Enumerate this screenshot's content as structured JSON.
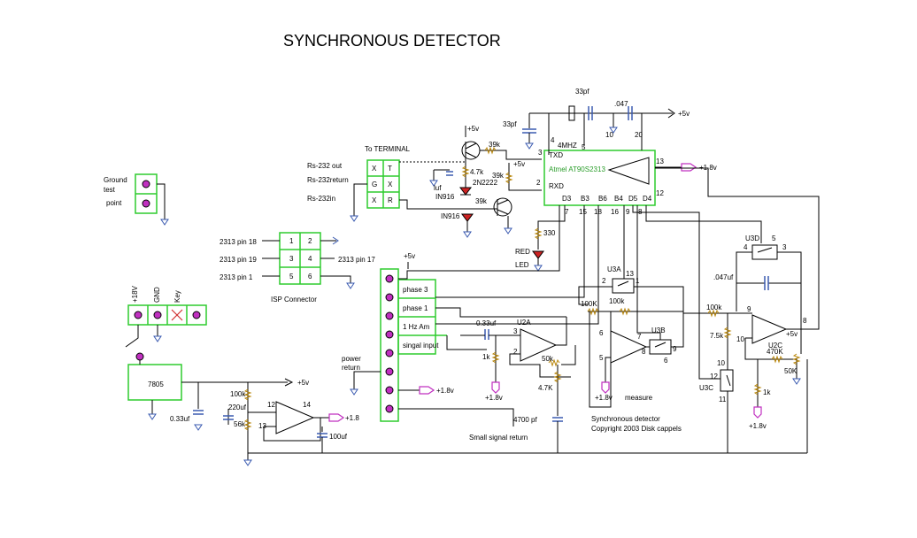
{
  "diagram": {
    "title": "SYNCHRONOUS DETECTOR",
    "copyright": {
      "line1": "Synchronous detector",
      "line2": "Copyright 2003 Disk cappels"
    },
    "terminal": {
      "label": "To TERMINAL",
      "rs232_out": "Rs-232 out",
      "rs232_return": "Rs-232return",
      "rs232_in": "Rs-232in",
      "cells": [
        "X",
        "T",
        "G",
        "X",
        "X",
        "R"
      ]
    },
    "ground_test": {
      "l1": "Ground",
      "l2": "test",
      "l3": "point"
    },
    "isp": {
      "label": "ISP Connector",
      "pin18": "2313 pin 18",
      "pin19": "2313 pin 19",
      "pin1": "2313 pin 1",
      "pin17": "2313 pin 17",
      "nums": [
        "1",
        "2",
        "3",
        "4",
        "5",
        "6"
      ]
    },
    "power_conn": {
      "p18v": "+18V",
      "gnd": "GND",
      "key": "Key"
    },
    "regulator": {
      "name": "7805",
      "out": "+5v"
    },
    "mcu": {
      "name": "Atmel AT90S2313",
      "txd": "TXD",
      "rxd": "RXD",
      "pins": [
        "D3",
        "B3",
        "B6",
        "B4",
        "D5",
        "D4"
      ],
      "nums": [
        "7",
        "15",
        "18",
        "16",
        "9",
        "8"
      ],
      "p3": "3",
      "p2": "2",
      "p4": "4",
      "p5": "5",
      "p10": "10",
      "p20": "20",
      "p13": "13",
      "p12": "12",
      "xtal": "4MHZ"
    },
    "labels": {
      "c33pf_top": "33pf",
      "c33pf_left": "33pf",
      "c047_top": ".047",
      "p5v_top": "+5v",
      "p5v_q": "+5v",
      "p5v_rxd": "+5v",
      "r39k_a": "39k",
      "r39k_b": "39k",
      "r39k_c": "39k",
      "r47k": "4.7k",
      "q2n2222": "2N2222",
      "cuf": "luf",
      "d916a": "IN916",
      "d916b": "IN916",
      "r330": "330",
      "red": "RED",
      "led": "LED",
      "p18v_mcu": "+1.8v"
    },
    "connector": {
      "p5v": "+5v",
      "phase3": "phase 3",
      "phase1": "phase 1",
      "hz1": "1 Hz Am",
      "sig": "singal input",
      "power_return": "power",
      "power_return2": "return",
      "p18v": "+1.8v",
      "small_return": "Small signal return"
    },
    "analog": {
      "u2a": "U2A",
      "c033": "0.33uf",
      "r1k_a": "1k",
      "p18v_a": "+1.8v",
      "r50k_a": "50k",
      "r47k_b": "4.7K",
      "c4700": "4700 pf",
      "u3a": "U3A",
      "u3a_13": "13",
      "u3a_2": "2",
      "u3a_1": "1",
      "r100k_a": "100K",
      "r100k_b": "100k",
      "u3b": "U3B",
      "u3b_6a": "6",
      "u3b_7": "7",
      "u3b_5": "5",
      "u3b_8": "8",
      "u3b_9": "9",
      "u3b_6b": "6",
      "p18v_b": "+1.8v",
      "measure": "measure",
      "u3d": "U3D",
      "u3d_5": "5",
      "u3d_4": "4",
      "u3d_3": "3",
      "c047uf": ".047uf",
      "r100k_c": "100k",
      "r75k": "7.5k",
      "u2c_9": "9",
      "u2c_10": "10",
      "u2c_8": "8",
      "u2c": "U2C",
      "p5v_u2c": "+5v",
      "r470k": "470K",
      "r50k_b": "50K",
      "u3c": "U3C",
      "u3c_10": "10",
      "u3c_12": "12",
      "u3c_11": "11",
      "r1k_b": "1k",
      "p18v_c": "+1.8v"
    },
    "supply": {
      "c033": "0.33uf",
      "r100k": "100k",
      "c220": "220uf",
      "r56k": "56k",
      "p12": "12",
      "p14": "14",
      "p13": "13",
      "p18v": "+1.8",
      "c100": "100uf",
      "p5v": "+5v"
    }
  }
}
